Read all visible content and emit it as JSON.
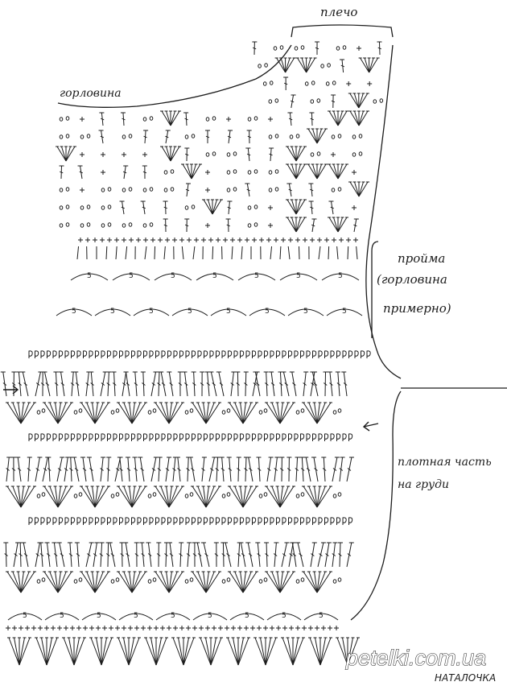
{
  "diagram": {
    "labels": {
      "shoulder": "плечо",
      "neckline": "горловина",
      "armhole_line1": "пройма",
      "armhole_line2": "(горловина",
      "armhole_line3": "примерно)",
      "bust_line1": "плотная часть",
      "bust_line2": "на груди",
      "round_count": "5"
    },
    "watermark": "petelki.com.ua",
    "signature": "НАТАЛОЧКА",
    "ink_color": "#1c1c1c"
  }
}
